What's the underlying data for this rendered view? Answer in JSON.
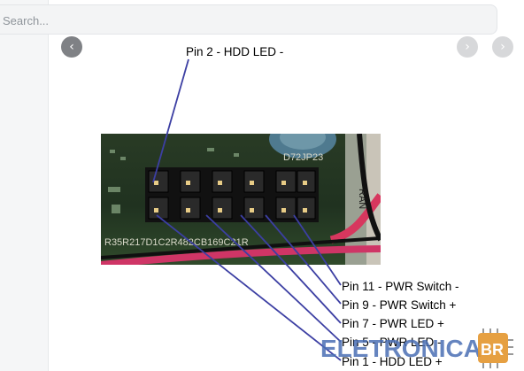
{
  "search": {
    "placeholder": "Search..."
  },
  "gallery": {
    "prev_icon": "chevron-left-icon",
    "next_icon": "chevron-right-icon"
  },
  "diagram": {
    "photo_text": {
      "board_ref": "D72JP23",
      "board_code": "R35R217D1C2R482CB169C21R",
      "side_text": "RAN"
    },
    "labels": {
      "pin2": "Pin 2 - HDD LED -",
      "pin11": "Pin 11 - PWR Switch -",
      "pin9": "Pin 9 - PWR Switch +",
      "pin7": "Pin 7 - PWR LED +",
      "pin5": "Pin 5 - PWR LED -",
      "pin1": "Pin 1 - HDD LED +"
    },
    "line_color": "#3c3fa3"
  },
  "logo": {
    "text": "ELETRONICA",
    "badge": "BR",
    "colors": {
      "text": "#4b6fb5",
      "badge": "#e3962d"
    }
  }
}
